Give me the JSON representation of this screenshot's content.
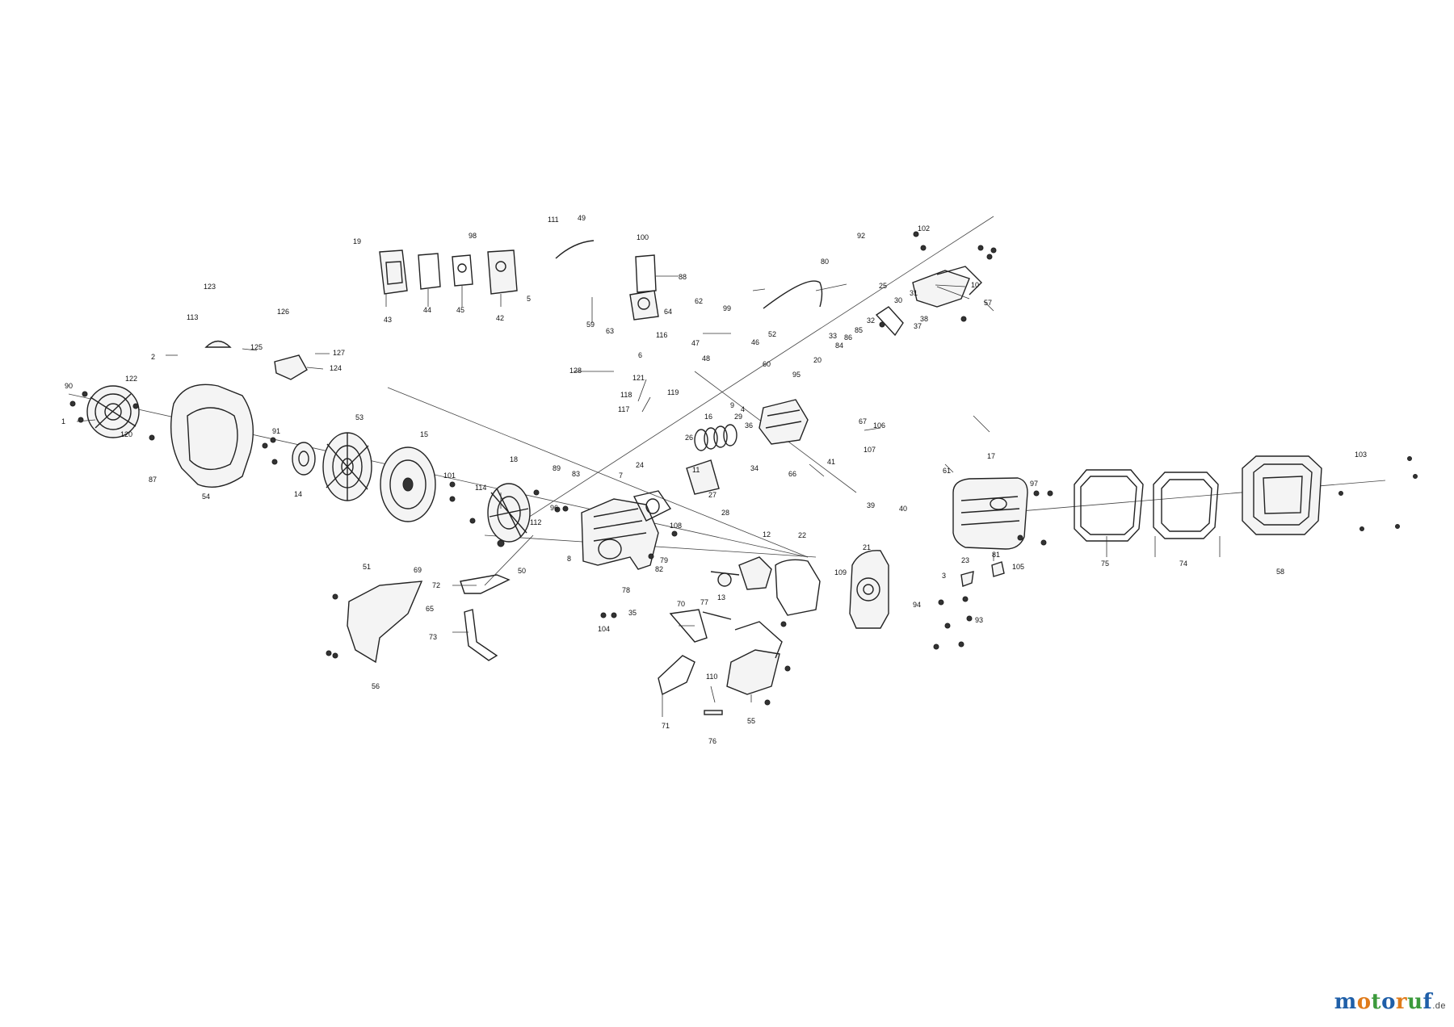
{
  "watermark": {
    "letters": [
      "m",
      "o",
      "t",
      "o",
      "r",
      "u",
      "f"
    ],
    "letter_colors": [
      "#1f5fa8",
      "#e07b1a",
      "#3c9a3c",
      "#1f5fa8",
      "#e07b1a",
      "#3c9a3c",
      "#1f5fa8"
    ],
    "domain": ".de"
  },
  "callouts": [
    "1",
    "2",
    "3",
    "4",
    "5",
    "6",
    "7",
    "8",
    "9",
    "10",
    "11",
    "12",
    "13",
    "14",
    "15",
    "16",
    "17",
    "18",
    "19",
    "20",
    "21",
    "22",
    "23",
    "24",
    "25",
    "26",
    "27",
    "28",
    "29",
    "30",
    "31",
    "32",
    "33",
    "34",
    "35",
    "36",
    "37",
    "38",
    "39",
    "40",
    "41",
    "42",
    "43",
    "44",
    "45",
    "46",
    "47",
    "48",
    "49",
    "50",
    "51",
    "52",
    "53",
    "54",
    "55",
    "56",
    "57",
    "58",
    "59",
    "60",
    "61",
    "62",
    "63",
    "64",
    "65",
    "66",
    "67",
    "69",
    "70",
    "71",
    "72",
    "73",
    "74",
    "75",
    "76",
    "77",
    "78",
    "79",
    "80",
    "81",
    "82",
    "83",
    "84",
    "85",
    "86",
    "87",
    "88",
    "89",
    "90",
    "91",
    "92",
    "93",
    "94",
    "95",
    "96",
    "97",
    "98",
    "99",
    "100",
    "101",
    "102",
    "103",
    "104",
    "105",
    "106",
    "107",
    "108",
    "109",
    "110",
    "111",
    "112",
    "113",
    "114",
    "116",
    "117",
    "118",
    "119",
    "120",
    "121",
    "122",
    "123",
    "124",
    "125",
    "126",
    "127",
    "128"
  ]
}
